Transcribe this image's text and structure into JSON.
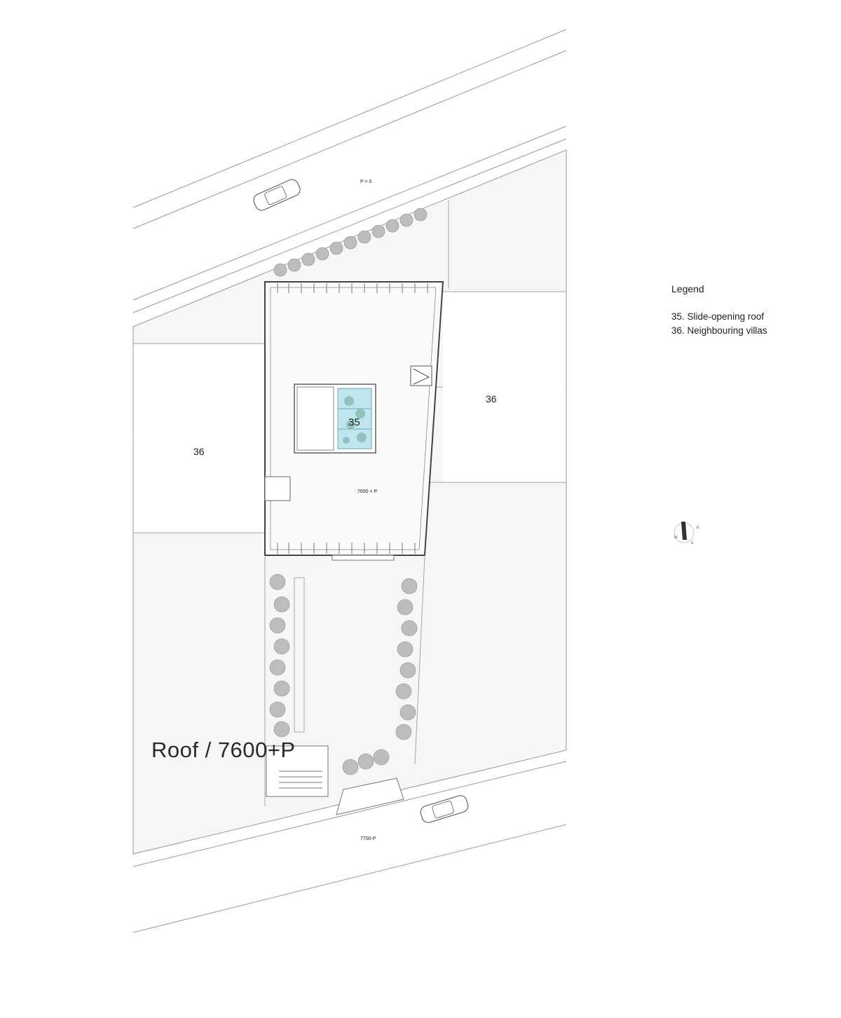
{
  "labels": {
    "street_north_level": "P = 0",
    "street_south_level": "7700-P",
    "roof_level": "7600 + P",
    "roof_item": "35",
    "villa_left": "36",
    "villa_right": "36"
  },
  "legend": {
    "title": "Legend",
    "items": [
      "35. Slide-opening roof",
      "36. Neighbouring villas"
    ]
  },
  "drawing_title": "Roof / 7600+P",
  "colors": {
    "line": "#8a8a8a",
    "fill_site": "#f6f6f6",
    "skylight": "#bfe6ef",
    "tree": "#9a9a9a"
  }
}
